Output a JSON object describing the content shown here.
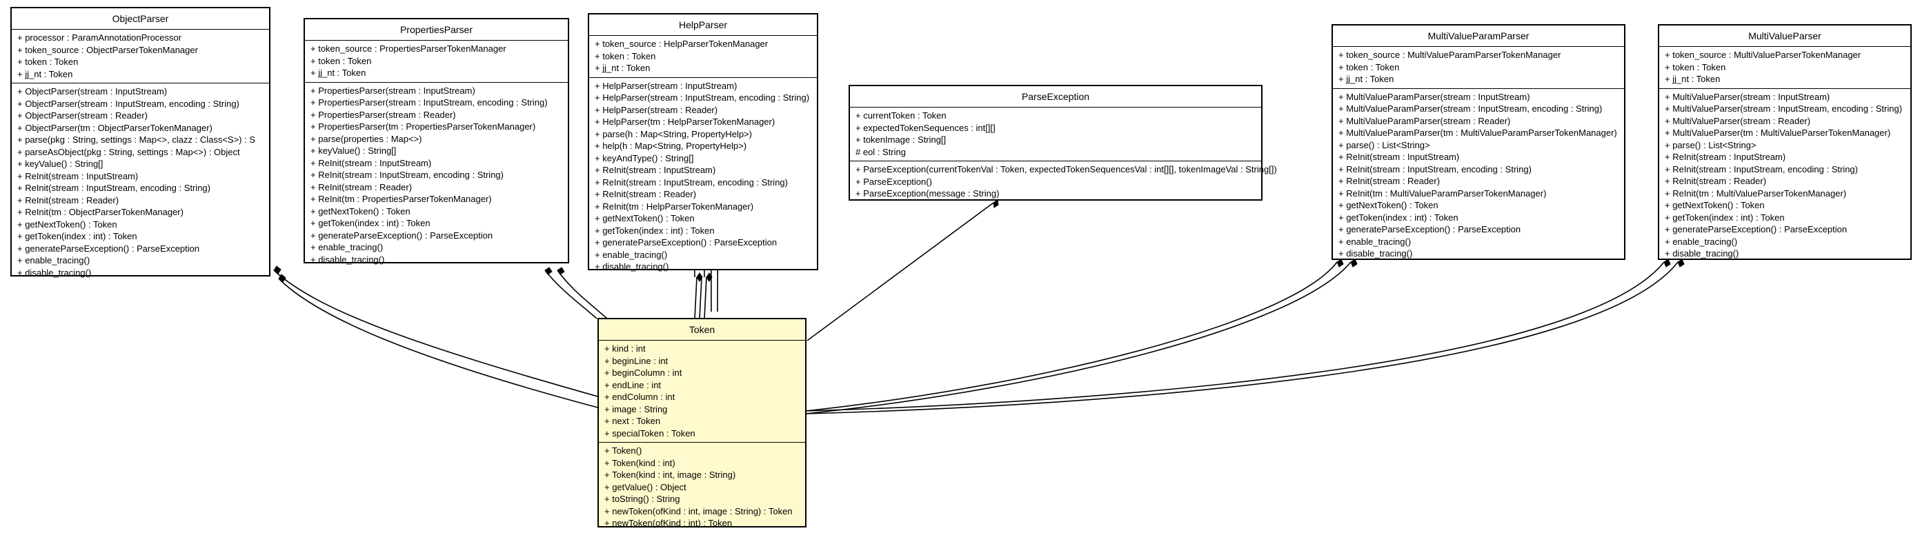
{
  "classes": [
    {
      "name": "ObjectParser",
      "attributes": [
        "+ processor : ParamAnnotationProcessor",
        "+ token_source : ObjectParserTokenManager",
        "+ token : Token",
        "+ jj_nt : Token"
      ],
      "methods": [
        "+ ObjectParser(stream : InputStream)",
        "+ ObjectParser(stream : InputStream, encoding : String)",
        "+ ObjectParser(stream : Reader)",
        "+ ObjectParser(tm : ObjectParserTokenManager)",
        "+ parse(pkg : String, settings : Map<>, clazz : Class<S>) : S",
        "+ parseAsObject(pkg : String, settings : Map<>) : Object",
        "+ keyValue() : String[]",
        "+ ReInit(stream : InputStream)",
        "+ ReInit(stream : InputStream, encoding : String)",
        "+ ReInit(stream : Reader)",
        "+ ReInit(tm : ObjectParserTokenManager)",
        "+ getNextToken() : Token",
        "+ getToken(index : int) : Token",
        "+ generateParseException() : ParseException",
        "+ enable_tracing()",
        "+ disable_tracing()"
      ]
    },
    {
      "name": "PropertiesParser",
      "attributes": [
        "+ token_source : PropertiesParserTokenManager",
        "+ token : Token",
        "+ jj_nt : Token"
      ],
      "methods": [
        "+ PropertiesParser(stream : InputStream)",
        "+ PropertiesParser(stream : InputStream, encoding : String)",
        "+ PropertiesParser(stream : Reader)",
        "+ PropertiesParser(tm : PropertiesParserTokenManager)",
        "+ parse(properties : Map<>)",
        "+ keyValue() : String[]",
        "+ ReInit(stream : InputStream)",
        "+ ReInit(stream : InputStream, encoding : String)",
        "+ ReInit(stream : Reader)",
        "+ ReInit(tm : PropertiesParserTokenManager)",
        "+ getNextToken() : Token",
        "+ getToken(index : int) : Token",
        "+ generateParseException() : ParseException",
        "+ enable_tracing()",
        "+ disable_tracing()"
      ]
    },
    {
      "name": "HelpParser",
      "attributes": [
        "+ token_source : HelpParserTokenManager",
        "+ token : Token",
        "+ jj_nt : Token"
      ],
      "methods": [
        "+ HelpParser(stream : InputStream)",
        "+ HelpParser(stream : InputStream, encoding : String)",
        "+ HelpParser(stream : Reader)",
        "+ HelpParser(tm : HelpParserTokenManager)",
        "+ parse(h : Map<String, PropertyHelp>)",
        "+ help(h : Map<String, PropertyHelp>)",
        "+ keyAndType() : String[]",
        "+ ReInit(stream : InputStream)",
        "+ ReInit(stream : InputStream, encoding : String)",
        "+ ReInit(stream : Reader)",
        "+ ReInit(tm : HelpParserTokenManager)",
        "+ getNextToken() : Token",
        "+ getToken(index : int) : Token",
        "+ generateParseException() : ParseException",
        "+ enable_tracing()",
        "+ disable_tracing()"
      ]
    },
    {
      "name": "ParseException",
      "attributes": [
        "+ currentToken : Token",
        "+ expectedTokenSequences : int[][]",
        "+ tokenImage : String[]",
        "# eol : String"
      ],
      "methods": [
        "+ ParseException(currentTokenVal : Token, expectedTokenSequencesVal : int[][], tokenImageVal : String[])",
        "+ ParseException()",
        "+ ParseException(message : String)"
      ]
    },
    {
      "name": "MultiValueParamParser",
      "attributes": [
        "+ token_source : MultiValueParamParserTokenManager",
        "+ token : Token",
        "+ jj_nt : Token"
      ],
      "methods": [
        "+ MultiValueParamParser(stream : InputStream)",
        "+ MultiValueParamParser(stream : InputStream, encoding : String)",
        "+ MultiValueParamParser(stream : Reader)",
        "+ MultiValueParamParser(tm : MultiValueParamParserTokenManager)",
        "+ parse() : List<String>",
        "+ ReInit(stream : InputStream)",
        "+ ReInit(stream : InputStream, encoding : String)",
        "+ ReInit(stream : Reader)",
        "+ ReInit(tm : MultiValueParamParserTokenManager)",
        "+ getNextToken() : Token",
        "+ getToken(index : int) : Token",
        "+ generateParseException() : ParseException",
        "+ enable_tracing()",
        "+ disable_tracing()"
      ]
    },
    {
      "name": "MultiValueParser",
      "attributes": [
        "+ token_source : MultiValueParserTokenManager",
        "+ token : Token",
        "+ jj_nt : Token"
      ],
      "methods": [
        "+ MultiValueParser(stream : InputStream)",
        "+ MultiValueParser(stream : InputStream, encoding : String)",
        "+ MultiValueParser(stream : Reader)",
        "+ MultiValueParser(tm : MultiValueParserTokenManager)",
        "+ parse() : List<String>",
        "+ ReInit(stream : InputStream)",
        "+ ReInit(stream : InputStream, encoding : String)",
        "+ ReInit(stream : Reader)",
        "+ ReInit(tm : MultiValueParserTokenManager)",
        "+ getNextToken() : Token",
        "+ getToken(index : int) : Token",
        "+ generateParseException() : ParseException",
        "+ enable_tracing()",
        "+ disable_tracing()"
      ]
    },
    {
      "name": "Token",
      "attributes": [
        "+ kind : int",
        "+ beginLine : int",
        "+ beginColumn : int",
        "+ endLine : int",
        "+ endColumn : int",
        "+ image : String",
        "+ next : Token",
        "+ specialToken : Token"
      ],
      "methods": [
        "+ Token()",
        "+ Token(kind : int)",
        "+ Token(kind : int, image : String)",
        "+ getValue() : Object",
        "+ toString() : String",
        "+ newToken(ofKind : int, image : String) : Token",
        "+ newToken(ofKind : int) : Token"
      ]
    }
  ],
  "colors": {
    "token_fill": "#fffacd",
    "box_fill": "#ffffff",
    "stroke": "#000000"
  }
}
